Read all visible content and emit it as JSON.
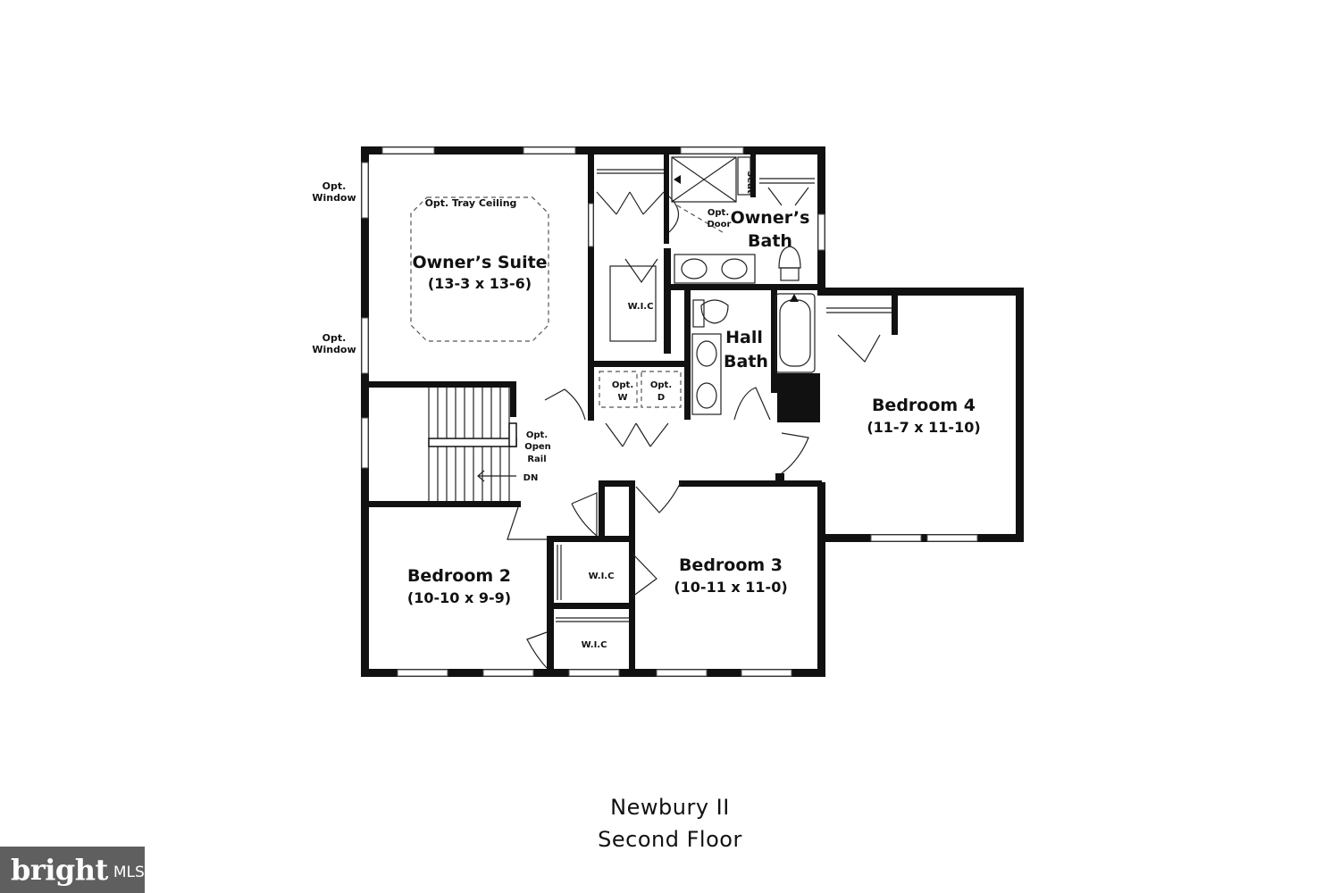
{
  "plan": {
    "rooms": {
      "owners_suite": {
        "name": "Owner’s Suite",
        "dims": "(13-3 x 13-6)"
      },
      "owners_bath_line1": "Owner’s",
      "owners_bath_line2": "Bath",
      "hall_bath_line1": "Hall",
      "hall_bath_line2": "Bath",
      "bedroom4": {
        "name": "Bedroom 4",
        "dims": "(11-7 x 11-10)"
      },
      "bedroom3": {
        "name": "Bedroom 3",
        "dims": "(10-11 x 11-0)"
      },
      "bedroom2": {
        "name": "Bedroom 2",
        "dims": "(10-10 x 9-9)"
      }
    },
    "labels": {
      "opt": "Opt.",
      "window": "Window",
      "tray_ceiling": "Opt. Tray Ceiling",
      "seat": "Seat",
      "door": "Door",
      "wic": "W.I.C",
      "w": "W",
      "d": "D",
      "open": "Open",
      "rail": "Rail",
      "dn": "DN"
    }
  },
  "caption": {
    "line1": "Newbury II",
    "line2": "Second Floor"
  },
  "logo": {
    "brand": "bright",
    "suffix": "MLS"
  }
}
